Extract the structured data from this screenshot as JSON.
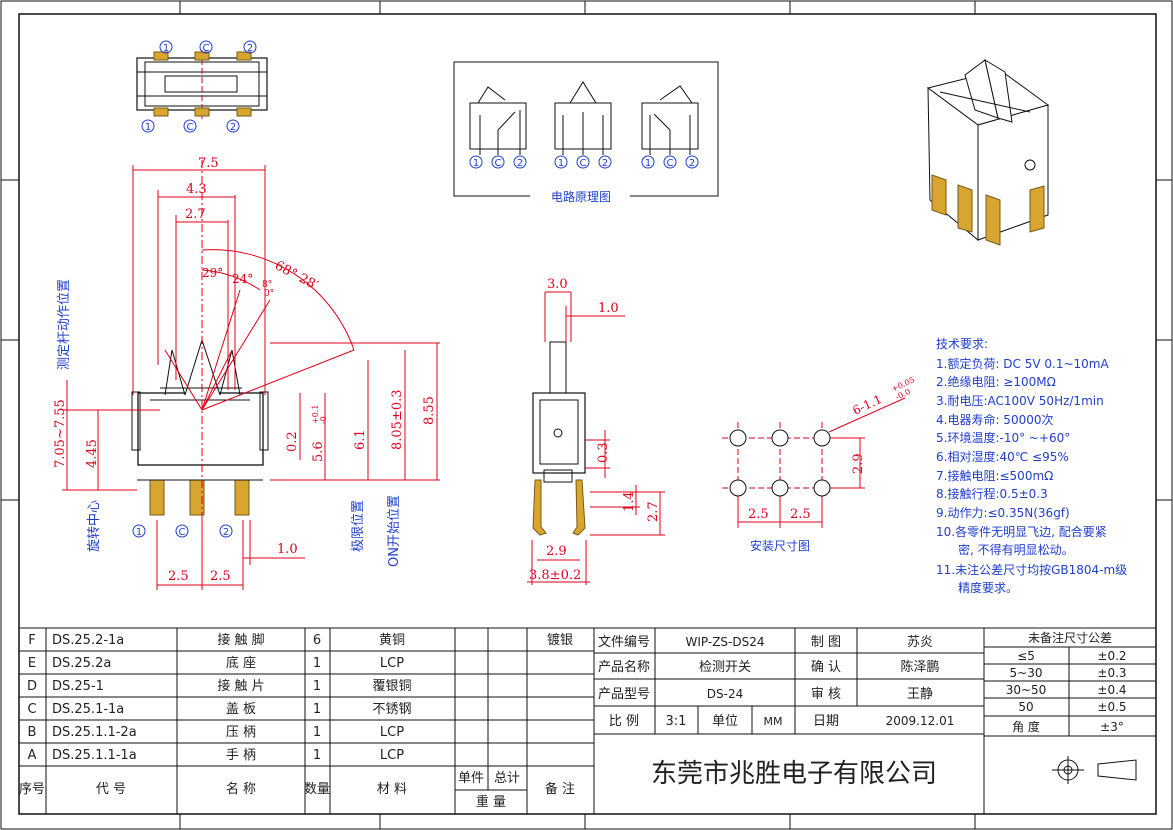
{
  "circuit": {
    "caption": "电路原理图",
    "diagrams": [
      {
        "pins": [
          "1",
          "C",
          "2"
        ]
      },
      {
        "pins": [
          "1",
          "C",
          "2"
        ]
      },
      {
        "pins": [
          "1",
          "C",
          "2"
        ]
      }
    ]
  },
  "top_view": {
    "pins_top": [
      "1",
      "C",
      "2"
    ],
    "pins_bottom": [
      "1",
      "C",
      "2"
    ]
  },
  "front_view": {
    "dims": {
      "w75": "7.5",
      "w43": "4.3",
      "w27": "2.7",
      "a29": "29°",
      "a24": "24°",
      "a8": "8°",
      "a0": "0°",
      "a68": "68° 28′",
      "h02": "0.2",
      "h56": "5.6",
      "h56_tol_up": "+0.1",
      "h56_tol_dn": "-0",
      "h61": "6.1",
      "h805": "8.05±0.3",
      "h855": "8.55",
      "h445": "4.45",
      "h705": "7.05~7.55",
      "p25a": "2.5",
      "p25b": "2.5",
      "p10": "1.0"
    },
    "labels": {
      "lever_pos": "测定杆动作位置",
      "rot_center": "旋转中心",
      "limit_pos": "极限位置",
      "on_start": "ON开始位置"
    },
    "pins": [
      "1",
      "C",
      "2"
    ]
  },
  "side_view": {
    "dims": {
      "w30": "3.0",
      "w10": "1.0",
      "h03": "0.3",
      "h14": "1.4",
      "h27": "2.7",
      "w29": "2.9",
      "w38": "3.8±0.2"
    }
  },
  "mount": {
    "caption": "安装尺寸图",
    "hole_dim": "6-1.1",
    "hole_tol_up": "+0.05",
    "hole_tol_dn": "-0.0",
    "h29": "2.9",
    "p25a": "2.5",
    "p25b": "2.5"
  },
  "specs": {
    "title": "技术要求:",
    "items": [
      "1.额定负荷: DC 5V 0.1~10mA",
      "2.绝缘电阻: ≥100MΩ",
      "3.耐电压:AC100V 50Hz/1min",
      "4.电器寿命: 50000次",
      "5.环境温度:-10° ~+60°",
      "6.相对湿度:40℃ ≤95%",
      "7.接触电阻:≤500mΩ",
      "8.接触行程:0.5±0.3",
      "9.动作力:≤0.35N(36gf)",
      "10.各零件无明显飞边, 配合要紧",
      "密, 不得有明显松动。",
      "11.未注公差尺寸均按GB1804-m级",
      "精度要求。"
    ]
  },
  "bom": {
    "rows": [
      {
        "idx": "F",
        "code": "DS.25.2-1a",
        "name": "接 触 脚",
        "qty": "6",
        "mat": "黄铜",
        "note": "镀银"
      },
      {
        "idx": "E",
        "code": "DS.25.2a",
        "name": "底 座",
        "qty": "1",
        "mat": "LCP",
        "note": ""
      },
      {
        "idx": "D",
        "code": "DS.25-1",
        "name": "接 触 片",
        "qty": "1",
        "mat": "覆银铜",
        "note": ""
      },
      {
        "idx": "C",
        "code": "DS.25.1-1a",
        "name": "盖 板",
        "qty": "1",
        "mat": "不锈钢",
        "note": ""
      },
      {
        "idx": "B",
        "code": "DS.25.1.1-2a",
        "name": "压 柄",
        "qty": "1",
        "mat": "LCP",
        "note": ""
      },
      {
        "idx": "A",
        "code": "DS.25.1.1-1a",
        "name": "手 柄",
        "qty": "1",
        "mat": "LCP",
        "note": ""
      }
    ],
    "header": {
      "idx": "序号",
      "code": "代 号",
      "name": "名 称",
      "qty": "数量",
      "mat": "材 料",
      "unit": "单件",
      "total": "总计",
      "weight": "重 量",
      "note": "备 注"
    }
  },
  "title_block": {
    "file_no_label": "文件编号",
    "file_no": "WIP-ZS-DS24",
    "draw_label": "制 图",
    "draw": "苏炎",
    "product_label": "产品名称",
    "product": "检测开关",
    "confirm_label": "确 认",
    "confirm": "陈泽鹏",
    "model_label": "产品型号",
    "model": "DS-24",
    "review_label": "审 核",
    "review": "王静",
    "scale_label": "比 例",
    "scale": "3:1",
    "unit_label": "单位",
    "unit": "MM",
    "date_label": "日期",
    "date": "2009.12.01",
    "company": "东莞市兆胜电子有限公司"
  },
  "tolerance": {
    "title": "未备注尺寸公差",
    "rows": [
      {
        "range": "≤5",
        "tol": "±0.2"
      },
      {
        "range": "5~30",
        "tol": "±0.3"
      },
      {
        "range": "30~50",
        "tol": "±0.4"
      },
      {
        "range": "50",
        "tol": "±0.5"
      },
      {
        "range": "角 度",
        "tol": "±3°"
      }
    ]
  }
}
